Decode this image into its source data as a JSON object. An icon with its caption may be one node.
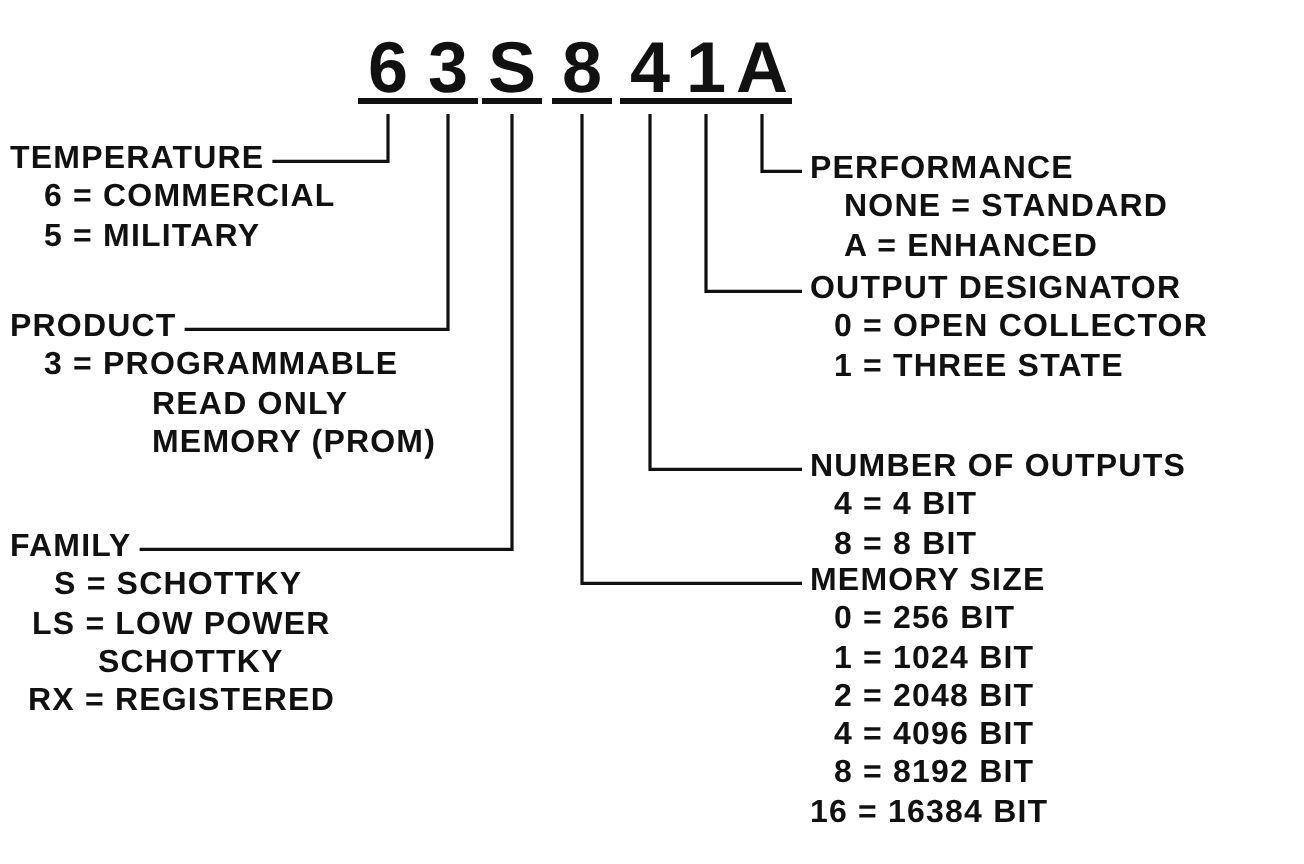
{
  "diagram": {
    "nodes": [
      {
        "text": [
          "6"
        ]
      },
      {
        "text": [
          "3"
        ]
      },
      {
        "text": [
          "S"
        ]
      },
      {
        "text": [
          "8"
        ]
      },
      {
        "text": [
          "4"
        ]
      },
      {
        "text": [
          "1"
        ]
      },
      {
        "text": [
          "A"
        ]
      },
      {
        "text": [
          "TEMPERATURE",
          "6 = COMMERCIAL",
          "5 = MILITARY"
        ]
      },
      {
        "text": [
          "PRODUCT",
          "3 = PROGRAMMABLE READ ONLY MEMORY (PROM)"
        ]
      },
      {
        "text": [
          "FAMILY",
          "S = SCHOTTKY",
          "LS = LOW POWER SCHOTTKY",
          "RX = REGISTERED"
        ]
      },
      {
        "text": [
          "PERFORMANCE",
          "NONE = STANDARD",
          "A = ENHANCED"
        ]
      },
      {
        "text": [
          "OUTPUT DESIGNATOR",
          "0 = OPEN COLLECTOR",
          "1 = THREE STATE"
        ]
      },
      {
        "text": [
          "NUMBER OF OUTPUTS",
          "4 = 4 BIT",
          "8 = 8 BIT"
        ]
      },
      {
        "text": [
          "MEMORY SIZE",
          "0 = 256 BIT",
          "1 = 1024 BIT",
          "2 = 2048 BIT",
          "4 = 4096 BIT",
          "8 = 8192 BIT",
          "16 = 16384 BIT"
        ]
      }
    ],
    "edges": [
      {
        "from": 7,
        "to": 0,
        "arrow": "none"
      },
      {
        "from": 8,
        "to": 1,
        "arrow": "none"
      },
      {
        "from": 9,
        "to": 2,
        "arrow": "none"
      },
      {
        "from": 13,
        "to": 3,
        "arrow": "none"
      },
      {
        "from": 12,
        "to": 4,
        "arrow": "none"
      },
      {
        "from": 11,
        "to": 5,
        "arrow": "none"
      },
      {
        "from": 10,
        "to": 6,
        "arrow": "none"
      }
    ]
  }
}
